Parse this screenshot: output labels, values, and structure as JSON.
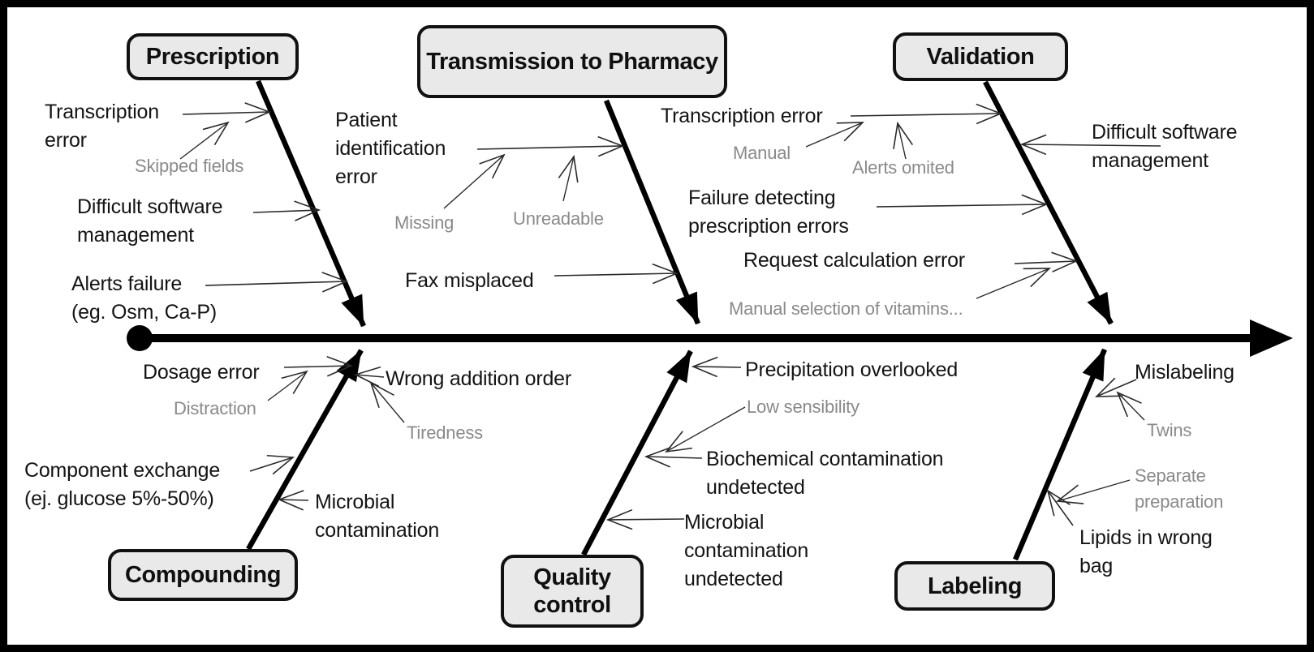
{
  "diagram_type": "fishbone-cause-effect",
  "colors": {
    "box_fill": "#e9e9e9",
    "line": "#000000",
    "main_text": "#141414",
    "sub_text": "#8a8a8a"
  },
  "branches": {
    "prescription": {
      "label": "Prescription",
      "causes": [
        {
          "text": "Transcription\nerror"
        },
        {
          "text": "Skipped fields",
          "type": "sub"
        },
        {
          "text": "Difficult software\nmanagement"
        },
        {
          "text": "Alerts failure\n(eg. Osm, Ca-P)"
        }
      ]
    },
    "transmission": {
      "label": "Transmission to Pharmacy",
      "causes": [
        {
          "text": "Patient\nidentification\nerror"
        },
        {
          "text": "Missing",
          "type": "sub"
        },
        {
          "text": "Unreadable",
          "type": "sub"
        },
        {
          "text": "Fax misplaced"
        }
      ]
    },
    "validation": {
      "label": "Validation",
      "causes": [
        {
          "text": "Transcription error"
        },
        {
          "text": "Manual",
          "type": "sub"
        },
        {
          "text": "Alerts omited",
          "type": "sub"
        },
        {
          "text": "Failure detecting\nprescription errors"
        },
        {
          "text": "Request calculation error"
        },
        {
          "text": "Manual selection of vitamins...",
          "type": "sub"
        },
        {
          "text": "Difficult software\nmanagement"
        }
      ]
    },
    "compounding": {
      "label": "Compounding",
      "causes": [
        {
          "text": "Dosage error"
        },
        {
          "text": "Distraction",
          "type": "sub"
        },
        {
          "text": "Wrong addition order"
        },
        {
          "text": "Tiredness",
          "type": "sub"
        },
        {
          "text": "Component exchange\n(ej. glucose 5%-50%)"
        },
        {
          "text": "Microbial\ncontamination"
        }
      ]
    },
    "quality": {
      "label": "Quality\ncontrol",
      "causes": [
        {
          "text": "Precipitation overlooked"
        },
        {
          "text": "Low sensibility",
          "type": "sub"
        },
        {
          "text": "Biochemical contamination\nundetected"
        },
        {
          "text": "Microbial\ncontamination\nundetected"
        }
      ]
    },
    "labeling": {
      "label": "Labeling",
      "causes": [
        {
          "text": "Mislabeling"
        },
        {
          "text": "Twins",
          "type": "sub"
        },
        {
          "text": "Separate\npreparation",
          "type": "sub"
        },
        {
          "text": "Lipids in wrong\nbag"
        }
      ]
    }
  }
}
